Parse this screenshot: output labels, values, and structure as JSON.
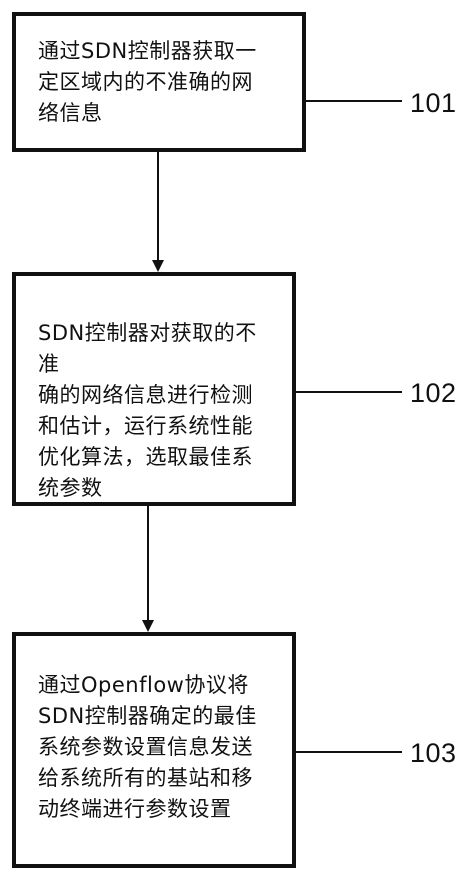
{
  "steps": [
    {
      "text": "通过SDN控制器获取一\n定区域内的不准确的网\n络信息",
      "ref": "101"
    },
    {
      "text": "SDN控制器对获取的不准\n确的网络信息进行检测\n和估计，运行系统性能\n优化算法，选取最佳系\n统参数",
      "ref": "102"
    },
    {
      "text": "通过Openflow协议将\nSDN控制器确定的最佳\n系统参数设置信息发送\n给系统所有的基站和移\n动终端进行参数设置",
      "ref": "103"
    }
  ],
  "colors": {
    "line": "#111111",
    "background": "#ffffff"
  }
}
